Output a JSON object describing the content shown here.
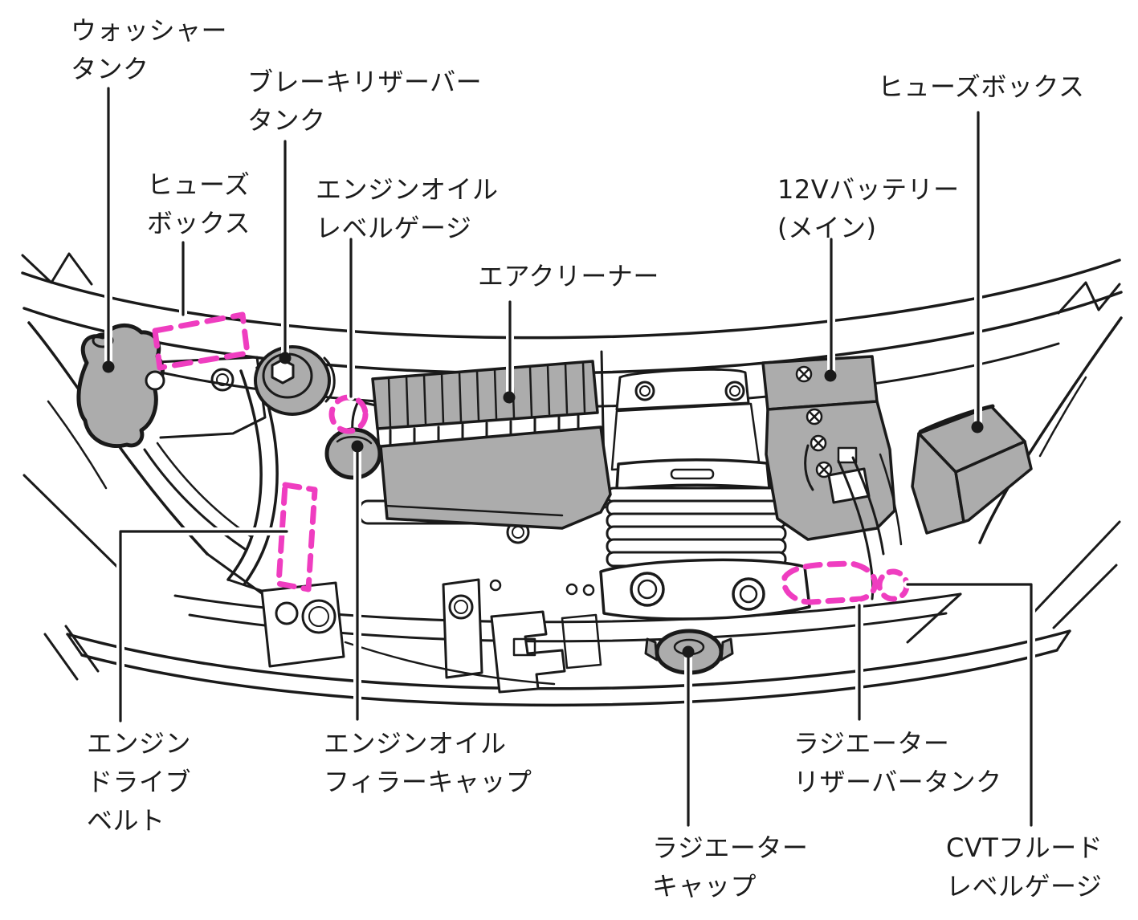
{
  "figure": {
    "kind": "engine-compartment-diagram",
    "accent_color": "#ef3dc0",
    "line_color": "#1a1a1a",
    "component_fill": "#acacac",
    "labels": [
      {
        "id": "washer-tank",
        "lines": [
          "ウォッシャー",
          "タンク"
        ]
      },
      {
        "id": "brake-reservoir-tank",
        "lines": [
          "ブレーキリザーバー",
          "タンク"
        ]
      },
      {
        "id": "fuse-box-left",
        "lines": [
          "ヒューズ",
          "ボックス"
        ]
      },
      {
        "id": "engine-oil-level-gauge",
        "lines": [
          "エンジンオイル",
          "レベルゲージ"
        ]
      },
      {
        "id": "air-cleaner",
        "lines": [
          "エアクリーナー"
        ]
      },
      {
        "id": "battery-12v-main",
        "lines": [
          "12Vバッテリー",
          "(メイン)"
        ]
      },
      {
        "id": "fuse-box-right",
        "lines": [
          "ヒューズボックス"
        ]
      },
      {
        "id": "engine-drive-belt",
        "lines": [
          "エンジン",
          "ドライブ",
          "ベルト"
        ]
      },
      {
        "id": "engine-oil-filler-cap",
        "lines": [
          "エンジンオイル",
          "フィラーキャップ"
        ]
      },
      {
        "id": "radiator-reservoir-tank",
        "lines": [
          "ラジエーター",
          "リザーバータンク"
        ]
      },
      {
        "id": "radiator-cap",
        "lines": [
          "ラジエーター",
          "キャップ"
        ]
      },
      {
        "id": "cvt-fluid-level-gauge",
        "lines": [
          "CVTフルード",
          "レベルゲージ"
        ]
      }
    ]
  }
}
